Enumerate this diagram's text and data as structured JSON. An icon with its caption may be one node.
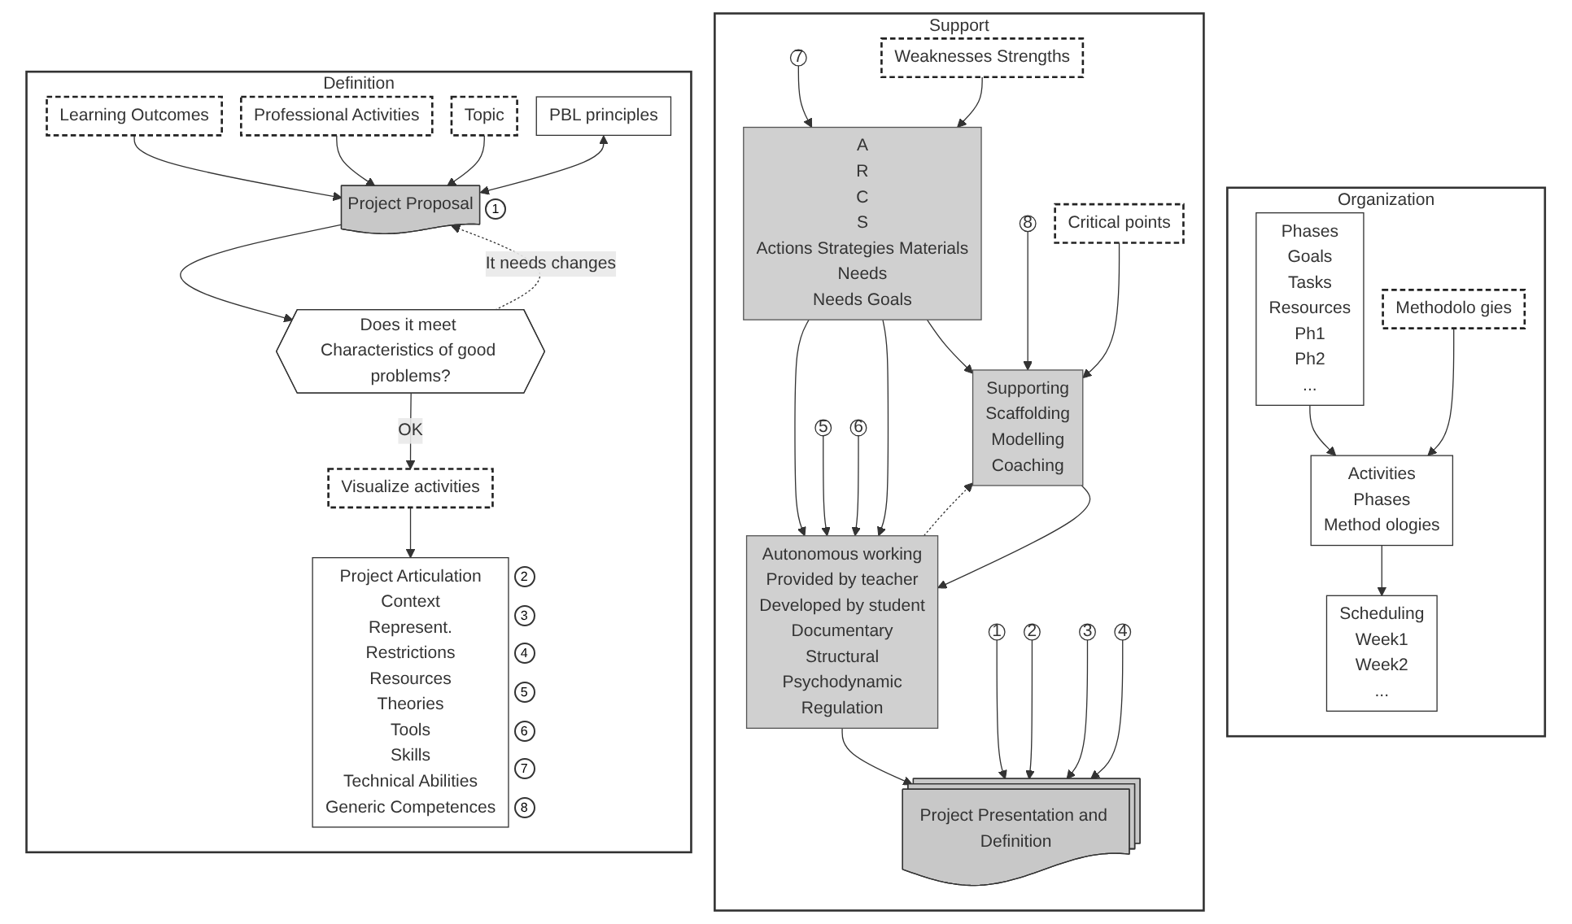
{
  "diagram": {
    "nodes": [
      {
        "text": [
          "Definition"
        ]
      },
      {
        "text": [
          "Learning Outcomes"
        ],
        "in": 0
      },
      {
        "text": [
          "Professional Activities"
        ],
        "in": 0
      },
      {
        "text": [
          "Topic"
        ],
        "in": 0
      },
      {
        "text": [
          "PBL principles"
        ],
        "in": 0
      },
      {
        "text": [
          "Project Proposal"
        ],
        "in": 0,
        "beside": [
          "1"
        ]
      },
      {
        "text": [
          "Does it meet Characteristics of good problems?"
        ],
        "in": 0
      },
      {
        "text": [
          "Visualize activities"
        ],
        "in": 0
      },
      {
        "text": [
          "Project Articulation",
          "Context",
          "Represent.",
          "Restrictions",
          "Resources",
          "Theories",
          "Tools",
          "Skills",
          "Technical Abilities",
          "Generic Competences"
        ],
        "in": 0,
        "beside": [
          "2",
          "3",
          "4",
          "5",
          "6",
          "7",
          "8"
        ]
      },
      {
        "text": [
          "Support"
        ]
      },
      {
        "text": [
          "7"
        ],
        "in": 9
      },
      {
        "text": [
          "Weaknesses Strengths"
        ],
        "in": 9
      },
      {
        "text": [
          "A",
          "R",
          "C",
          "S",
          "Actions Strategies Materials",
          "Needs",
          "Needs Goals"
        ],
        "in": 9
      },
      {
        "text": [
          "8"
        ],
        "in": 9
      },
      {
        "text": [
          "Critical points"
        ],
        "in": 9
      },
      {
        "text": [
          "Supporting",
          "Scaffolding",
          "Modelling",
          "Coaching"
        ],
        "in": 9
      },
      {
        "text": [
          "5"
        ],
        "in": 9
      },
      {
        "text": [
          "6"
        ],
        "in": 9
      },
      {
        "text": [
          "Autonomous working",
          "Provided by teacher",
          "Developed by student",
          "Documentary",
          "Structural",
          "Psychodynamic",
          "Regulation"
        ],
        "in": 9
      },
      {
        "text": [
          "1"
        ],
        "in": 9
      },
      {
        "text": [
          "2"
        ],
        "in": 9
      },
      {
        "text": [
          "3"
        ],
        "in": 9
      },
      {
        "text": [
          "4"
        ],
        "in": 9
      },
      {
        "text": [
          "Project Presentation and Definition"
        ],
        "in": 9
      },
      {
        "text": [
          "Organization"
        ]
      },
      {
        "text": [
          "Phases",
          "Goals",
          "Tasks",
          "Resources",
          "Ph1",
          "Ph2",
          "..."
        ],
        "in": 24
      },
      {
        "text": [
          "Methodolo gies"
        ],
        "in": 24
      },
      {
        "text": [
          "Activities",
          "Phases",
          "Method ologies"
        ],
        "in": 24
      },
      {
        "text": [
          "Scheduling",
          "Week1",
          "Week2",
          "..."
        ],
        "in": 24
      }
    ],
    "edges": [
      {
        "from": 1,
        "to": 5,
        "arrow": "to"
      },
      {
        "from": 2,
        "to": 5,
        "arrow": "to"
      },
      {
        "from": 3,
        "to": 5,
        "arrow": "to"
      },
      {
        "from": 4,
        "to": 5,
        "arrow": "both"
      },
      {
        "from": 5,
        "to": 6,
        "arrow": "to"
      },
      {
        "from": 6,
        "to": 5,
        "arrow": "to",
        "label": "It needs changes",
        "style": "dashed"
      },
      {
        "from": 6,
        "to": 7,
        "arrow": "to",
        "label": "OK"
      },
      {
        "from": 7,
        "to": 8,
        "arrow": "to"
      },
      {
        "from": 10,
        "to": 12,
        "arrow": "to"
      },
      {
        "from": 11,
        "to": 12,
        "arrow": "to"
      },
      {
        "from": 12,
        "to": 15,
        "arrow": "to"
      },
      {
        "from": 12,
        "to": 18,
        "arrow": "to"
      },
      {
        "from": 12,
        "to": 18,
        "arrow": "to"
      },
      {
        "from": 13,
        "to": 15,
        "arrow": "to"
      },
      {
        "from": 14,
        "to": 15,
        "arrow": "to"
      },
      {
        "from": 15,
        "to": 18,
        "arrow": "to"
      },
      {
        "from": 18,
        "to": 15,
        "arrow": "to",
        "style": "dashed"
      },
      {
        "from": 16,
        "to": 18,
        "arrow": "to"
      },
      {
        "from": 17,
        "to": 18,
        "arrow": "to"
      },
      {
        "from": 18,
        "to": 23,
        "arrow": "to"
      },
      {
        "from": 19,
        "to": 23,
        "arrow": "to"
      },
      {
        "from": 20,
        "to": 23,
        "arrow": "to"
      },
      {
        "from": 21,
        "to": 23,
        "arrow": "to"
      },
      {
        "from": 22,
        "to": 23,
        "arrow": "to"
      },
      {
        "from": 25,
        "to": 27,
        "arrow": "to"
      },
      {
        "from": 26,
        "to": 27,
        "arrow": "to"
      },
      {
        "from": 27,
        "to": 28,
        "arrow": "to"
      }
    ]
  }
}
